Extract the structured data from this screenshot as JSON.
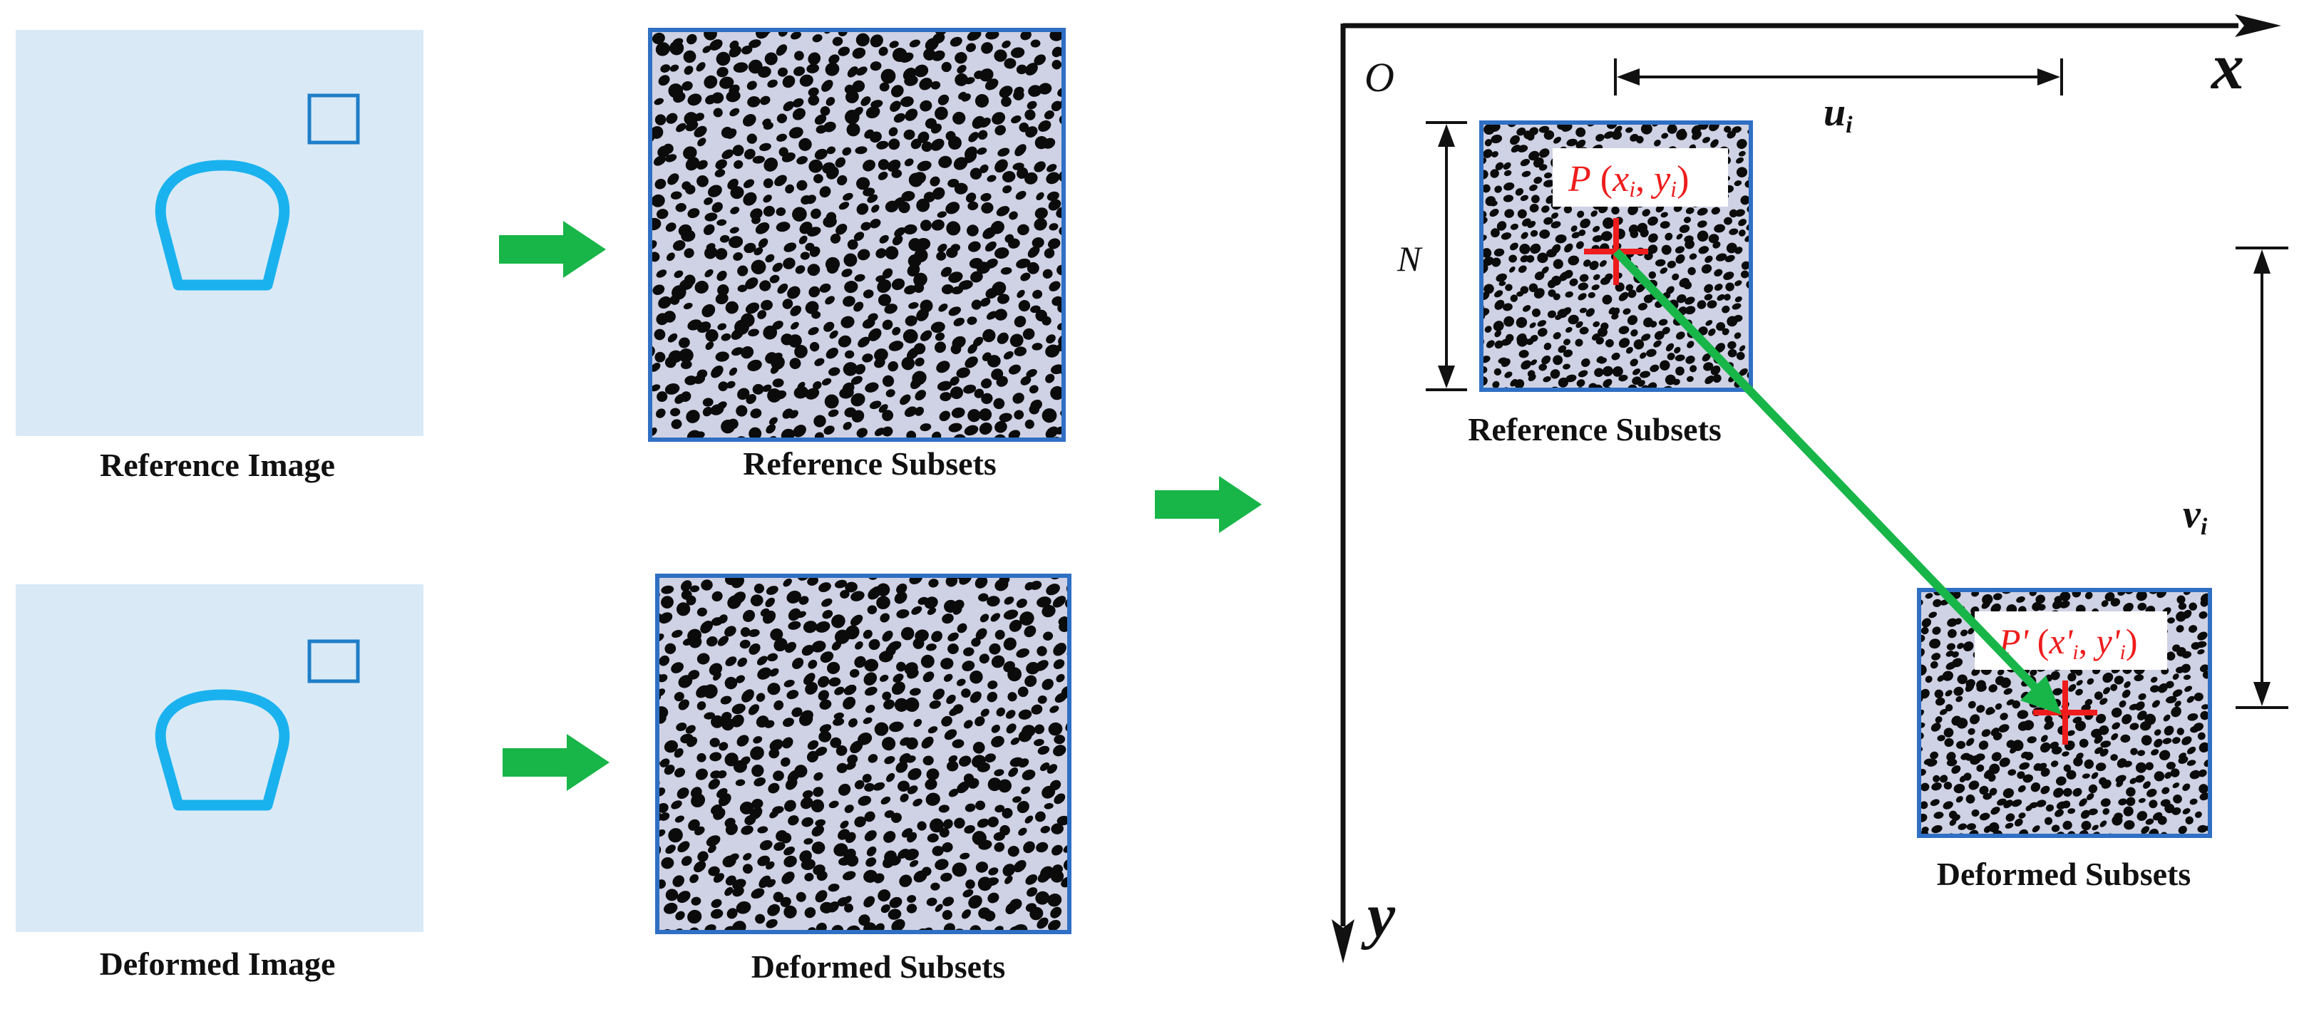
{
  "labels": {
    "reference_image": "Reference Image",
    "deformed_image": "Deformed Image",
    "reference_subsets_left": "Reference Subsets",
    "deformed_subsets_left": "Deformed Subsets",
    "reference_subsets_right": "Reference Subsets",
    "deformed_subsets_right": "Deformed Subsets"
  },
  "axes": {
    "origin": "O",
    "x": "x",
    "y": "y"
  },
  "dimensions": {
    "u": "u",
    "u_sub": "i",
    "v": "v",
    "v_sub": "i",
    "n": "N"
  },
  "points": {
    "p": {
      "name": "P",
      "open": " (",
      "x": "x",
      "x_sub": "i",
      "sep": ", ",
      "y": "y",
      "y_sub": "i",
      "close": ")"
    },
    "p_prime": {
      "name": "P' ",
      "open": "(",
      "x": "x'",
      "x_sub": "i",
      "sep": ", ",
      "y": "y'",
      "y_sub": "i",
      "close": ")"
    }
  },
  "colors": {
    "panel_fill": "#d9eaf6",
    "panel_icon": "#1ab2ee",
    "small_square": "#1f7ec8",
    "speckle_border": "#2f6fc4",
    "speckle_bg": "#cfd2e4",
    "speckle_dot": "#0b0b0b",
    "flow_arrow": "#18b548",
    "displacement": "#18b548",
    "point_red": "#ee1c1c",
    "axis": "#111111"
  },
  "icons": {
    "tunnel": "tunnel-outline-icon",
    "square": "square-outline-icon",
    "arrow": "arrow-right-icon"
  }
}
